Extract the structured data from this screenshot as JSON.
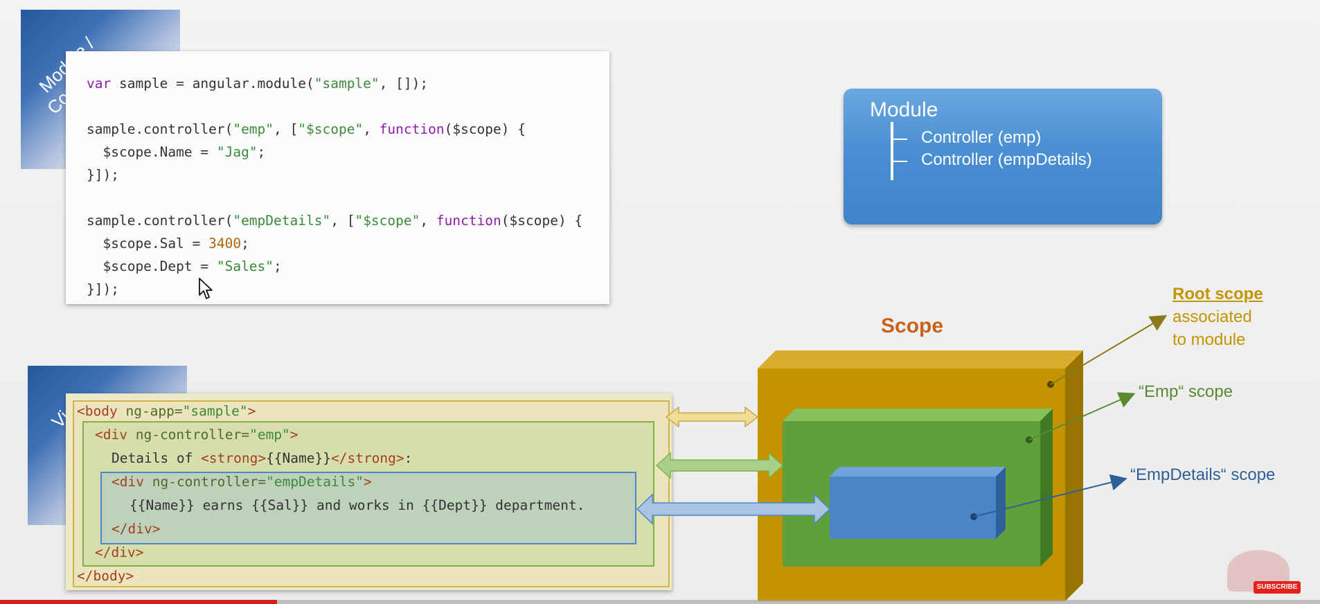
{
  "module_ribbon": {
    "line1": "Module /",
    "line2": "Controller"
  },
  "view_ribbon": {
    "label": "View"
  },
  "js_code": {
    "l1_var": "var",
    "l1_rest": " sample = angular.module(",
    "l1_s1": "\"sample\"",
    "l1_end": ", []);",
    "l3_a": "sample.controller(",
    "l3_s1": "\"emp\"",
    "l3_b": ", [",
    "l3_s2": "\"$scope\"",
    "l3_c": ", ",
    "l3_fn": "function",
    "l3_d": "($scope) {",
    "l4_a": "  $scope.Name = ",
    "l4_s": "\"Jag\"",
    "l4_b": ";",
    "l5": "}]);",
    "l7_a": "sample.controller(",
    "l7_s1": "\"empDetails\"",
    "l7_b": ", [",
    "l7_s2": "\"$scope\"",
    "l7_c": ", ",
    "l7_fn": "function",
    "l7_d": "($scope) {",
    "l8_a": "  $scope.Sal = ",
    "l8_n": "3400",
    "l8_b": ";",
    "l9_a": "  $scope.Dept = ",
    "l9_s": "\"Sales\"",
    "l9_b": ";",
    "l10": "}]);"
  },
  "module_box": {
    "title": "Module",
    "items": [
      "Controller (emp)",
      "Controller (empDetails)"
    ]
  },
  "view_code": {
    "body_open": {
      "lt": "<",
      "tag": "body",
      "attr": " ng-app=",
      "val": "\"sample\"",
      "gt": ">"
    },
    "div_open": {
      "lt": "<",
      "tag": "div",
      "attr": " ng-controller=",
      "val": "\"emp\"",
      "gt": ">"
    },
    "details": {
      "a": "Details of ",
      "strong_open": "<strong>",
      "expr": "{{Name}}",
      "strong_close": "</strong>",
      "b": ":"
    },
    "div2_open": {
      "lt": "<",
      "tag": "div",
      "attr": " ng-controller=",
      "val": "\"empDetails\"",
      "gt": ">"
    },
    "earns": "{{Name}} earns {{Sal}} and works in {{Dept}} department.",
    "div2_close": "</div>",
    "div_close": "</div>",
    "body_close": "</body>"
  },
  "scope": {
    "title": "Scope",
    "root_label_line1": "Root scope",
    "root_label_line2": "associated",
    "root_label_line3": "to module",
    "emp_label": "“Emp“ scope",
    "empdetails_label": "“EmpDetails“ scope"
  },
  "colors": {
    "root_scope": "#c49400",
    "emp_scope": "#5fa03a",
    "empdetails_scope": "#4a86c8",
    "module_box": "#4a8fd3",
    "scope_title": "#c8621b"
  },
  "youtube": {
    "subscribe": "SUBSCRIBE",
    "progress_fraction": 0.21
  }
}
